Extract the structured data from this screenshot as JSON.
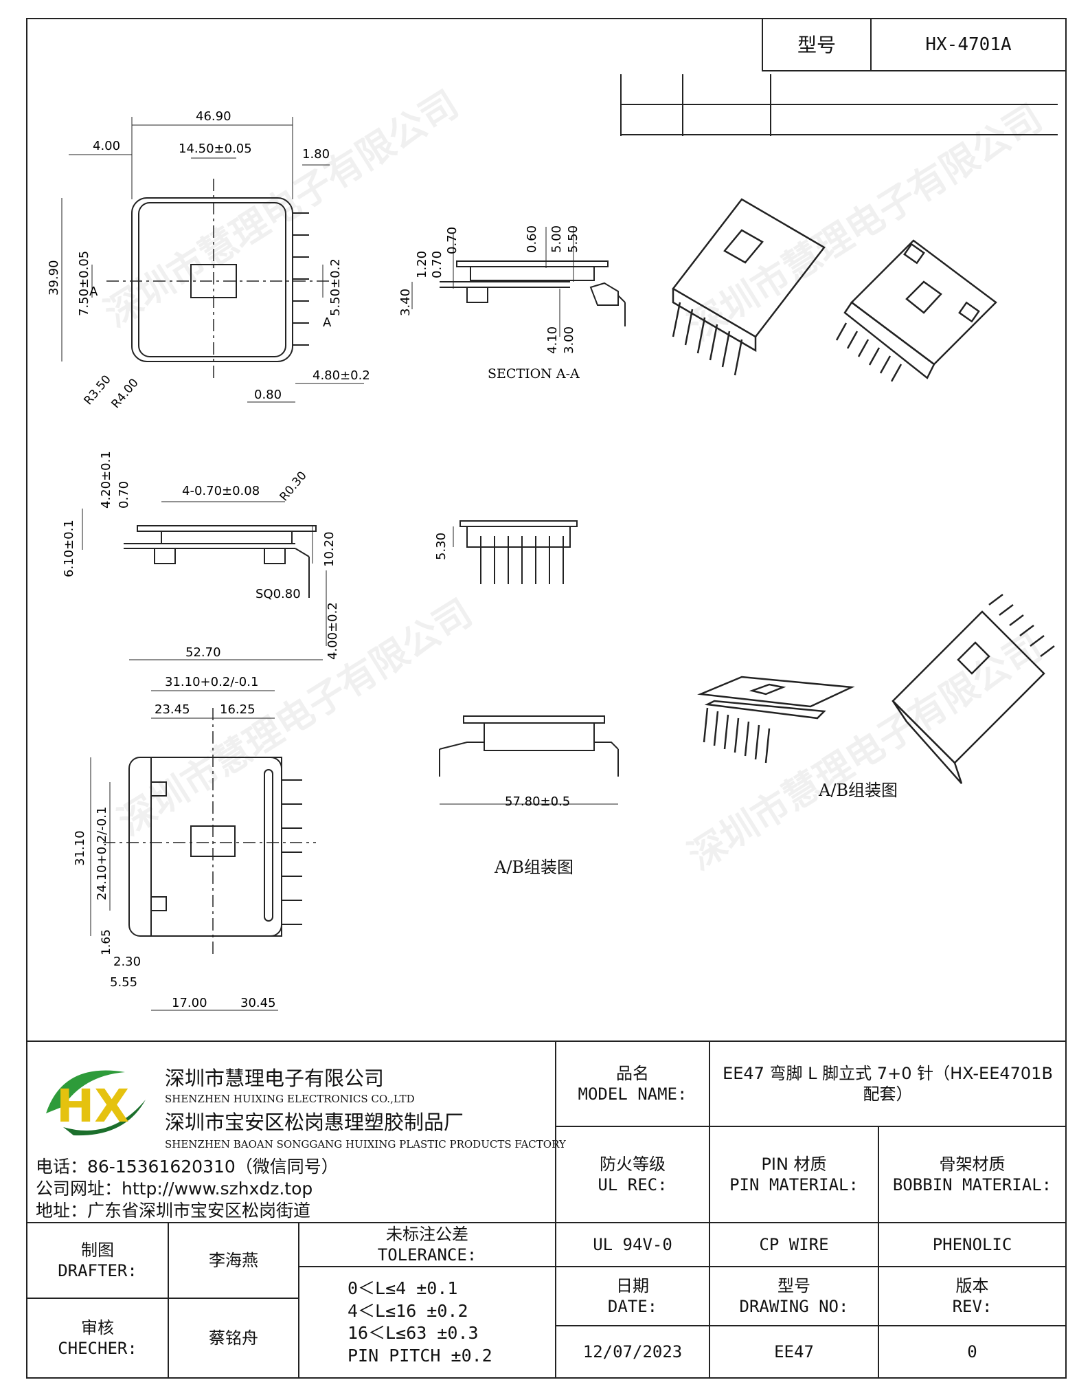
{
  "header": {
    "model_label": "型号",
    "model_value": "HX-4701A"
  },
  "views": {
    "section_label": "SECTION A-A",
    "assembly_label_1": "A/B组装图",
    "assembly_label_2": "A/B组装图",
    "watermark": "深圳市慧理电子有限公司"
  },
  "dimensions": {
    "top": [
      {
        "id": "A",
        "text": "46.90"
      },
      {
        "id": "B",
        "text": "14.50±0.05"
      },
      {
        "id": "",
        "text": "4.00"
      },
      {
        "id": "",
        "text": "1.80"
      },
      {
        "id": "C",
        "text": "39.90"
      },
      {
        "id": "D",
        "text": "7.50±0.05"
      },
      {
        "id": "E",
        "text": "5.50±0.2"
      },
      {
        "id": "F",
        "text": "4.80±0.2"
      },
      {
        "id": "",
        "text": "0.80"
      },
      {
        "id": "",
        "text": "R3.50"
      },
      {
        "id": "",
        "text": "R4.00"
      },
      {
        "id": "",
        "text": "A"
      },
      {
        "id": "",
        "text": "A"
      }
    ],
    "section": [
      {
        "id": "",
        "text": "1.20"
      },
      {
        "id": "",
        "text": "0.70"
      },
      {
        "id": "",
        "text": "0.70"
      },
      {
        "id": "",
        "text": "0.60"
      },
      {
        "id": "G",
        "text": "5.00"
      },
      {
        "id": "H",
        "text": "5.50"
      },
      {
        "id": "",
        "text": "3.40"
      },
      {
        "id": "",
        "text": "4.10"
      },
      {
        "id": "",
        "text": "3.00"
      }
    ],
    "side": [
      {
        "id": "K",
        "text": "4.20±0.1"
      },
      {
        "id": "J",
        "text": "0.70"
      },
      {
        "id": "I",
        "text": "4-0.70±0.08"
      },
      {
        "id": "",
        "text": "R0.30"
      },
      {
        "id": "L",
        "text": "6.10±0.1"
      },
      {
        "id": "O",
        "text": "10.20"
      },
      {
        "id": "M",
        "text": "SQ0.80"
      },
      {
        "id": "N",
        "text": "4.00±0.2"
      },
      {
        "id": "P",
        "text": "5.30"
      }
    ],
    "bottom": [
      {
        "id": "Q",
        "text": "52.70"
      },
      {
        "id": "R",
        "text": "31.10+0.2/-0.1"
      },
      {
        "id": "",
        "text": "23.45"
      },
      {
        "id": "",
        "text": "16.25"
      },
      {
        "id": "S",
        "text": "31.10"
      },
      {
        "id": "T",
        "text": "24.10+0.2/-0.1"
      },
      {
        "id": "U",
        "text": "1.65"
      },
      {
        "id": "V",
        "text": "2.30"
      },
      {
        "id": "W",
        "text": "5.55"
      },
      {
        "id": "",
        "text": "17.00"
      },
      {
        "id": "",
        "text": "30.45"
      },
      {
        "id": "X",
        "text": "57.80±0.5"
      }
    ]
  },
  "company": {
    "name_cn": "深圳市慧理电子有限公司",
    "name_en": "SHENZHEN HUIXING ELECTRONICS CO.,LTD",
    "factory_cn": "深圳市宝安区松岗惠理塑胶制品厂",
    "factory_en": "SHENZHEN BAOAN SONGGANG HUIXING PLASTIC PRODUCTS FACTORY",
    "phone": "电话：86-15361620310（微信同号）",
    "website": "公司网址：http://www.szhxdz.top",
    "address": "地址：广东省深圳市宝安区松岗街道",
    "logo_text": "HX",
    "colors": {
      "logo_green": "#2e9b3a",
      "logo_yellow": "#e5c20f",
      "logo_dark": "#1c6f2c"
    }
  },
  "title_block": {
    "model_name_label_cn": "品名",
    "model_name_label_en": "MODEL NAME:",
    "model_name_value": "EE47 弯脚 L 脚立式 7+0 针（HX-EE4701B 配套）",
    "ul_label_cn": "防火等级",
    "ul_label_en": "UL REC:",
    "pin_label_cn": "PIN 材质",
    "pin_label_en": "PIN MATERIAL:",
    "bobbin_label_cn": "骨架材质",
    "bobbin_label_en": "BOBBIN MATERIAL:",
    "ul_value": "UL 94V-0",
    "pin_value": "CP WIRE",
    "bobbin_value": "PHENOLIC",
    "date_label_cn": "日期",
    "date_label_en": "DATE:",
    "drawing_label_cn": "型号",
    "drawing_label_en": "DRAWING NO:",
    "rev_label_cn": "版本",
    "rev_label_en": "REV:",
    "date_value": "12/07/2023",
    "drawing_value": "EE47",
    "rev_value": "0",
    "drafter_label_cn": "制图",
    "drafter_label_en": "DRAFTER:",
    "drafter_value": "李海燕",
    "checker_label_cn": "审核",
    "checker_label_en": "CHECHER:",
    "checker_value": "蔡铭舟",
    "tolerance_label_cn": "未标注公差",
    "tolerance_label_en": "TOLERANCE:",
    "tolerance_lines": [
      "0＜L≤4  ±0.1",
      "4＜L≤16 ±0.2",
      "16＜L≤63 ±0.3",
      "PIN PITCH ±0.2"
    ]
  }
}
